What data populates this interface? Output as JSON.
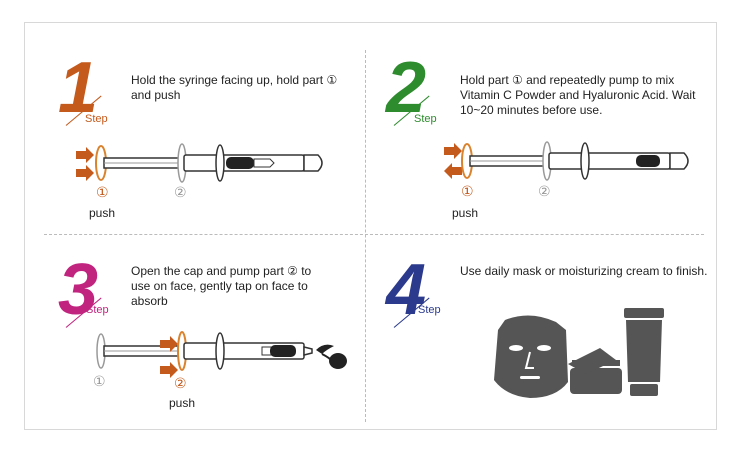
{
  "steps": [
    {
      "number": "1",
      "label": "Step",
      "color": "#c45a1c",
      "text": "Hold the syringe facing up, hold part ① and push",
      "marker1": "①",
      "marker2": "②",
      "caption": "push"
    },
    {
      "number": "2",
      "label": "Step",
      "color": "#2e8b2e",
      "text": "Hold part ① and repeatedly pump to mix Vitamin C Powder and Hyaluronic Acid. Wait 10~20 minutes before use.",
      "marker1": "①",
      "marker2": "②",
      "caption": "push"
    },
    {
      "number": "3",
      "label": "Step",
      "color": "#c0247e",
      "text": "Open the cap and pump part ② to use on face, gently tap on face to absorb",
      "marker1": "①",
      "marker2": "②",
      "caption": "push"
    },
    {
      "number": "4",
      "label": "Step",
      "color": "#2b3a8c",
      "text": "Use daily mask or moisturizing cream to finish."
    }
  ],
  "colors": {
    "arrow": "#c45a1c",
    "ring_orange": "#d9832e",
    "ring_gray": "#999999",
    "product": "#555555"
  }
}
